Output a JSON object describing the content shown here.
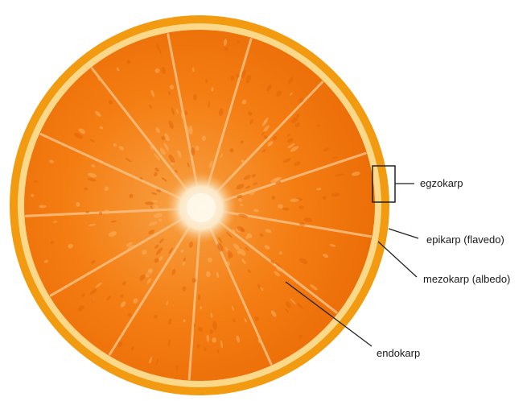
{
  "labels": {
    "egzokarp": "egzokarp",
    "epikarp": "epikarp (flavedo)",
    "mezokarp": "mezokarp (albedo)",
    "endokarp": "endokarp"
  },
  "colors": {
    "flavedo": "#f29a10",
    "albedo": "#fcd98a",
    "pulp": "#f47d12",
    "segment_membrane": "#f9c183",
    "core": "#fff5e4",
    "leader_line": "#222222"
  },
  "segment_count": 13
}
